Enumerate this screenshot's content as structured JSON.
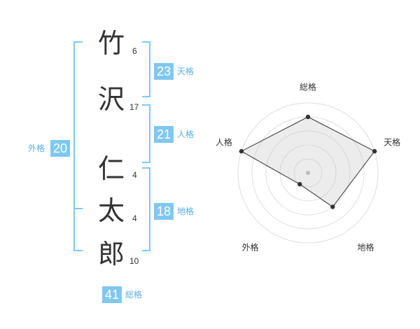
{
  "name_chars": [
    {
      "char": "竹",
      "strokes": "6"
    },
    {
      "char": "沢",
      "strokes": "17"
    },
    {
      "char": "仁",
      "strokes": "4"
    },
    {
      "char": "太",
      "strokes": "4"
    },
    {
      "char": "郎",
      "strokes": "10"
    }
  ],
  "kaku": {
    "tenkaku": {
      "value": "23",
      "label": "天格"
    },
    "jinkaku": {
      "value": "21",
      "label": "人格"
    },
    "chikaku": {
      "value": "18",
      "label": "地格"
    },
    "gaikaku": {
      "value": "20",
      "label": "外格"
    },
    "soukaku": {
      "value": "41",
      "label": "総格"
    }
  },
  "colors": {
    "accent": "#7fc8f0",
    "bracket": "#7fc8f0",
    "radar_fill": "#eeeeee",
    "radar_line": "#333333"
  },
  "chart_data": {
    "type": "radar",
    "axes": [
      "総格",
      "天格",
      "地格",
      "外格",
      "人格"
    ],
    "values": [
      4,
      5,
      3,
      1,
      5
    ],
    "max": 5,
    "rings": 5
  }
}
